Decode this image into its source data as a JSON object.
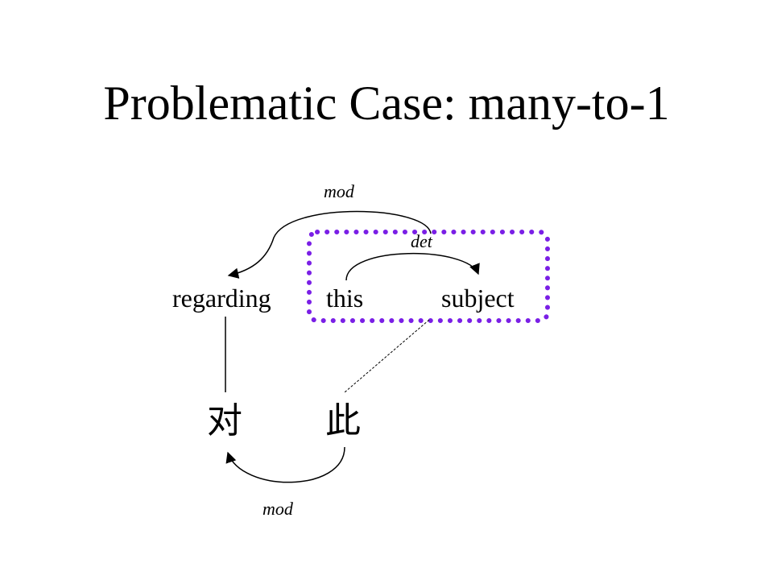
{
  "slide": {
    "title": "Problematic Case: many-to-1"
  },
  "english": {
    "words": [
      "regarding",
      "this",
      "subject"
    ],
    "arcs": [
      {
        "label": "mod",
        "from": "subject",
        "to": "regarding"
      },
      {
        "label": "det",
        "from": "this",
        "to": "subject"
      }
    ]
  },
  "chinese": {
    "words": [
      "对",
      "此"
    ],
    "arcs": [
      {
        "label": "mod",
        "from": "此",
        "to": "对"
      }
    ]
  },
  "highlight": {
    "color": "#7a1fe6",
    "covers": [
      "this",
      "subject"
    ]
  }
}
